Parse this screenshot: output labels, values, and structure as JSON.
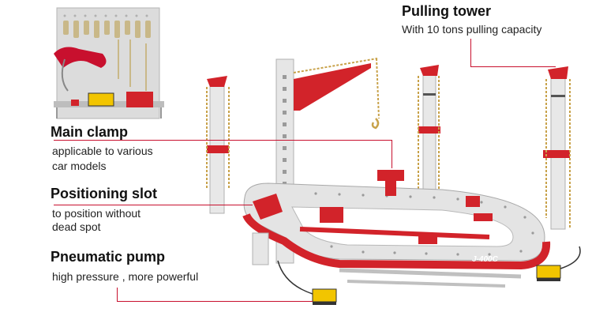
{
  "features": [
    {
      "title": "Pulling tower",
      "lines": [
        "With 10 tons pulling capacity"
      ]
    },
    {
      "title": "Main clamp",
      "lines": [
        "applicable to various",
        "car models"
      ]
    },
    {
      "title": "Positioning slot",
      "lines": [
        "to position without",
        "dead spot"
      ]
    },
    {
      "title": "Pneumatic pump",
      "lines": [
        "high pressure , more powerful"
      ]
    }
  ],
  "bench_model_label": "J-400C",
  "colors": {
    "accent_red": "#c8102e",
    "frame_red": "#d2232a",
    "steel": "#e6e6e6",
    "pump_yellow": "#f2c500"
  }
}
